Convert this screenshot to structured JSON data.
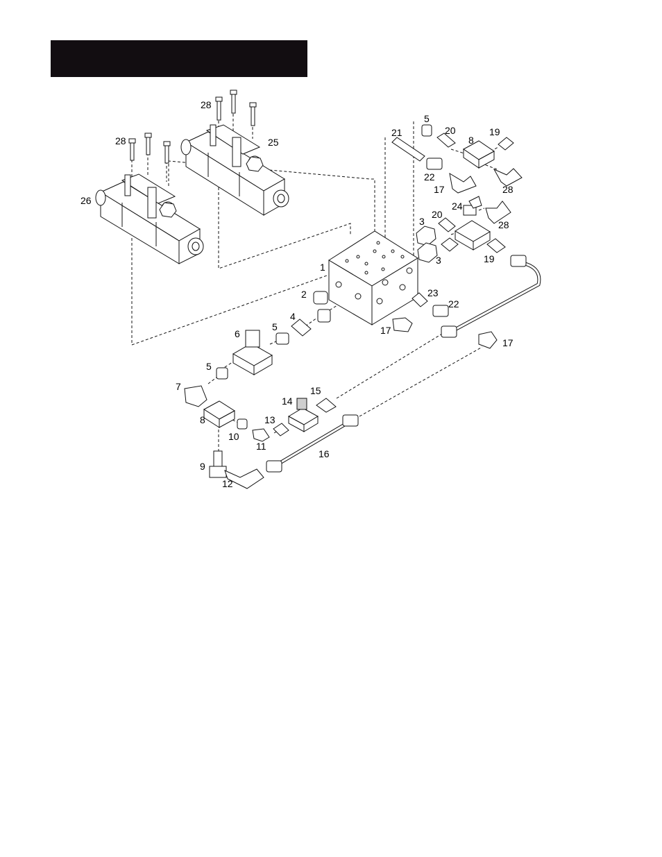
{
  "header": {
    "bar_color": "#120d11"
  },
  "callouts": [
    {
      "id": "c28a",
      "text": "28"
    },
    {
      "id": "c28b",
      "text": "28"
    },
    {
      "id": "c25",
      "text": "25"
    },
    {
      "id": "c26",
      "text": "26"
    },
    {
      "id": "c5a",
      "text": "5"
    },
    {
      "id": "c21",
      "text": "21"
    },
    {
      "id": "c20a",
      "text": "20"
    },
    {
      "id": "c8a",
      "text": "8"
    },
    {
      "id": "c19a",
      "text": "19"
    },
    {
      "id": "c22a",
      "text": "22"
    },
    {
      "id": "c17a",
      "text": "17"
    },
    {
      "id": "c28c",
      "text": "28"
    },
    {
      "id": "c24",
      "text": "24"
    },
    {
      "id": "c20b",
      "text": "20"
    },
    {
      "id": "c3a",
      "text": "3"
    },
    {
      "id": "c28d",
      "text": "28"
    },
    {
      "id": "c3b",
      "text": "3"
    },
    {
      "id": "c19b",
      "text": "19"
    },
    {
      "id": "c1",
      "text": "1"
    },
    {
      "id": "c2",
      "text": "2"
    },
    {
      "id": "c23",
      "text": "23"
    },
    {
      "id": "c22b",
      "text": "22"
    },
    {
      "id": "c4",
      "text": "4"
    },
    {
      "id": "c5b",
      "text": "5"
    },
    {
      "id": "c6",
      "text": "6"
    },
    {
      "id": "c17b",
      "text": "17"
    },
    {
      "id": "c17c",
      "text": "17"
    },
    {
      "id": "c5c",
      "text": "5"
    },
    {
      "id": "c7",
      "text": "7"
    },
    {
      "id": "c15",
      "text": "15"
    },
    {
      "id": "c14",
      "text": "14"
    },
    {
      "id": "c8b",
      "text": "8"
    },
    {
      "id": "c13",
      "text": "13"
    },
    {
      "id": "c10",
      "text": "10"
    },
    {
      "id": "c11",
      "text": "11"
    },
    {
      "id": "c16",
      "text": "16"
    },
    {
      "id": "c9",
      "text": "9"
    },
    {
      "id": "c12",
      "text": "12"
    }
  ]
}
